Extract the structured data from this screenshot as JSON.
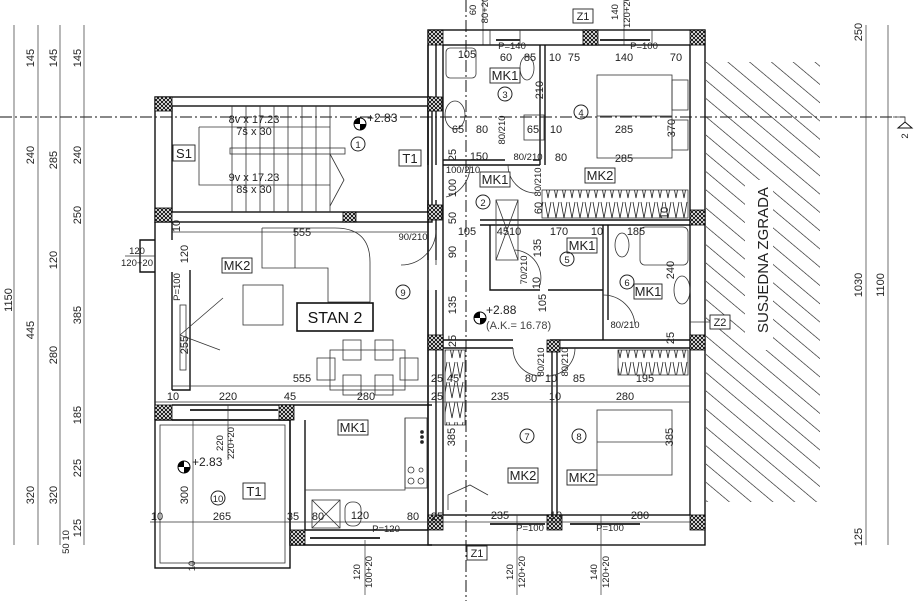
{
  "title": "STAN 2",
  "neighbour_label": "SUSJEDNA ZGRADA",
  "section_marker": "2",
  "left_dims": {
    "col1": [
      "1150"
    ],
    "col2": [
      "145",
      "240",
      "445",
      "320"
    ],
    "col3": [
      "145",
      "285",
      "120",
      "280",
      "320"
    ],
    "col4": [
      "145",
      "240",
      "250",
      "385",
      "185",
      "225",
      "125",
      "50 10"
    ]
  },
  "right_dims": [
    "250",
    "1030",
    "125",
    "1100"
  ],
  "top_openings": [
    "60",
    "80+20",
    "Z1",
    "140",
    "120+20"
  ],
  "left_window": [
    "120",
    "120+20"
  ],
  "stair": {
    "flight1": [
      "8v x 17.23",
      "7š x 30"
    ],
    "flight2": [
      "9v x 17.23",
      "8š x 30"
    ],
    "tag_s1": "S1",
    "tag_t1": "T1",
    "room": "1",
    "level": "+2.83"
  },
  "north_block": [
    "105",
    "P=140",
    "60",
    "85",
    "10",
    "75",
    "140",
    "P=100",
    "70",
    "MK1",
    "3",
    "210",
    "4",
    "65",
    "80",
    "80/210",
    "65",
    "10",
    "285",
    "370",
    "285",
    "25",
    "150",
    "100/210",
    "80/210",
    "80",
    "80/210",
    "100",
    "MK1",
    "MK2",
    "2",
    "60",
    "50",
    "10"
  ],
  "middle_block": [
    "90/210",
    "105",
    "4510",
    "170",
    "10",
    "185",
    "MK1",
    "5",
    "135",
    "70/210",
    "90",
    "6",
    "MK1",
    "240",
    "135",
    "+2.88",
    "(A.K.= 16.78)",
    "105",
    "10",
    "80/210",
    "Z2",
    "25",
    "25",
    "80/210",
    "80/210",
    "25",
    "45",
    "80",
    "10",
    "85",
    "195"
  ],
  "south_block": [
    "235",
    "10",
    "280",
    "7",
    "8",
    "385",
    "385",
    "MK2",
    "MK2",
    "235",
    "P=100",
    "10",
    "280",
    "P=100",
    "Z1",
    "120",
    "120+20",
    "140",
    "120+20"
  ],
  "living": [
    "555",
    "10",
    "MK2",
    "120",
    "P=100",
    "9",
    "255",
    "555",
    "280",
    "10",
    "220",
    "45",
    "25"
  ],
  "kitchen_balcony": [
    "MK1",
    "220",
    "220+20",
    "+2.83",
    "300",
    "10",
    "T1",
    "10",
    "265",
    "35",
    "80",
    "120",
    "P=120",
    "80",
    "25",
    "10",
    "120",
    "100+20"
  ]
}
